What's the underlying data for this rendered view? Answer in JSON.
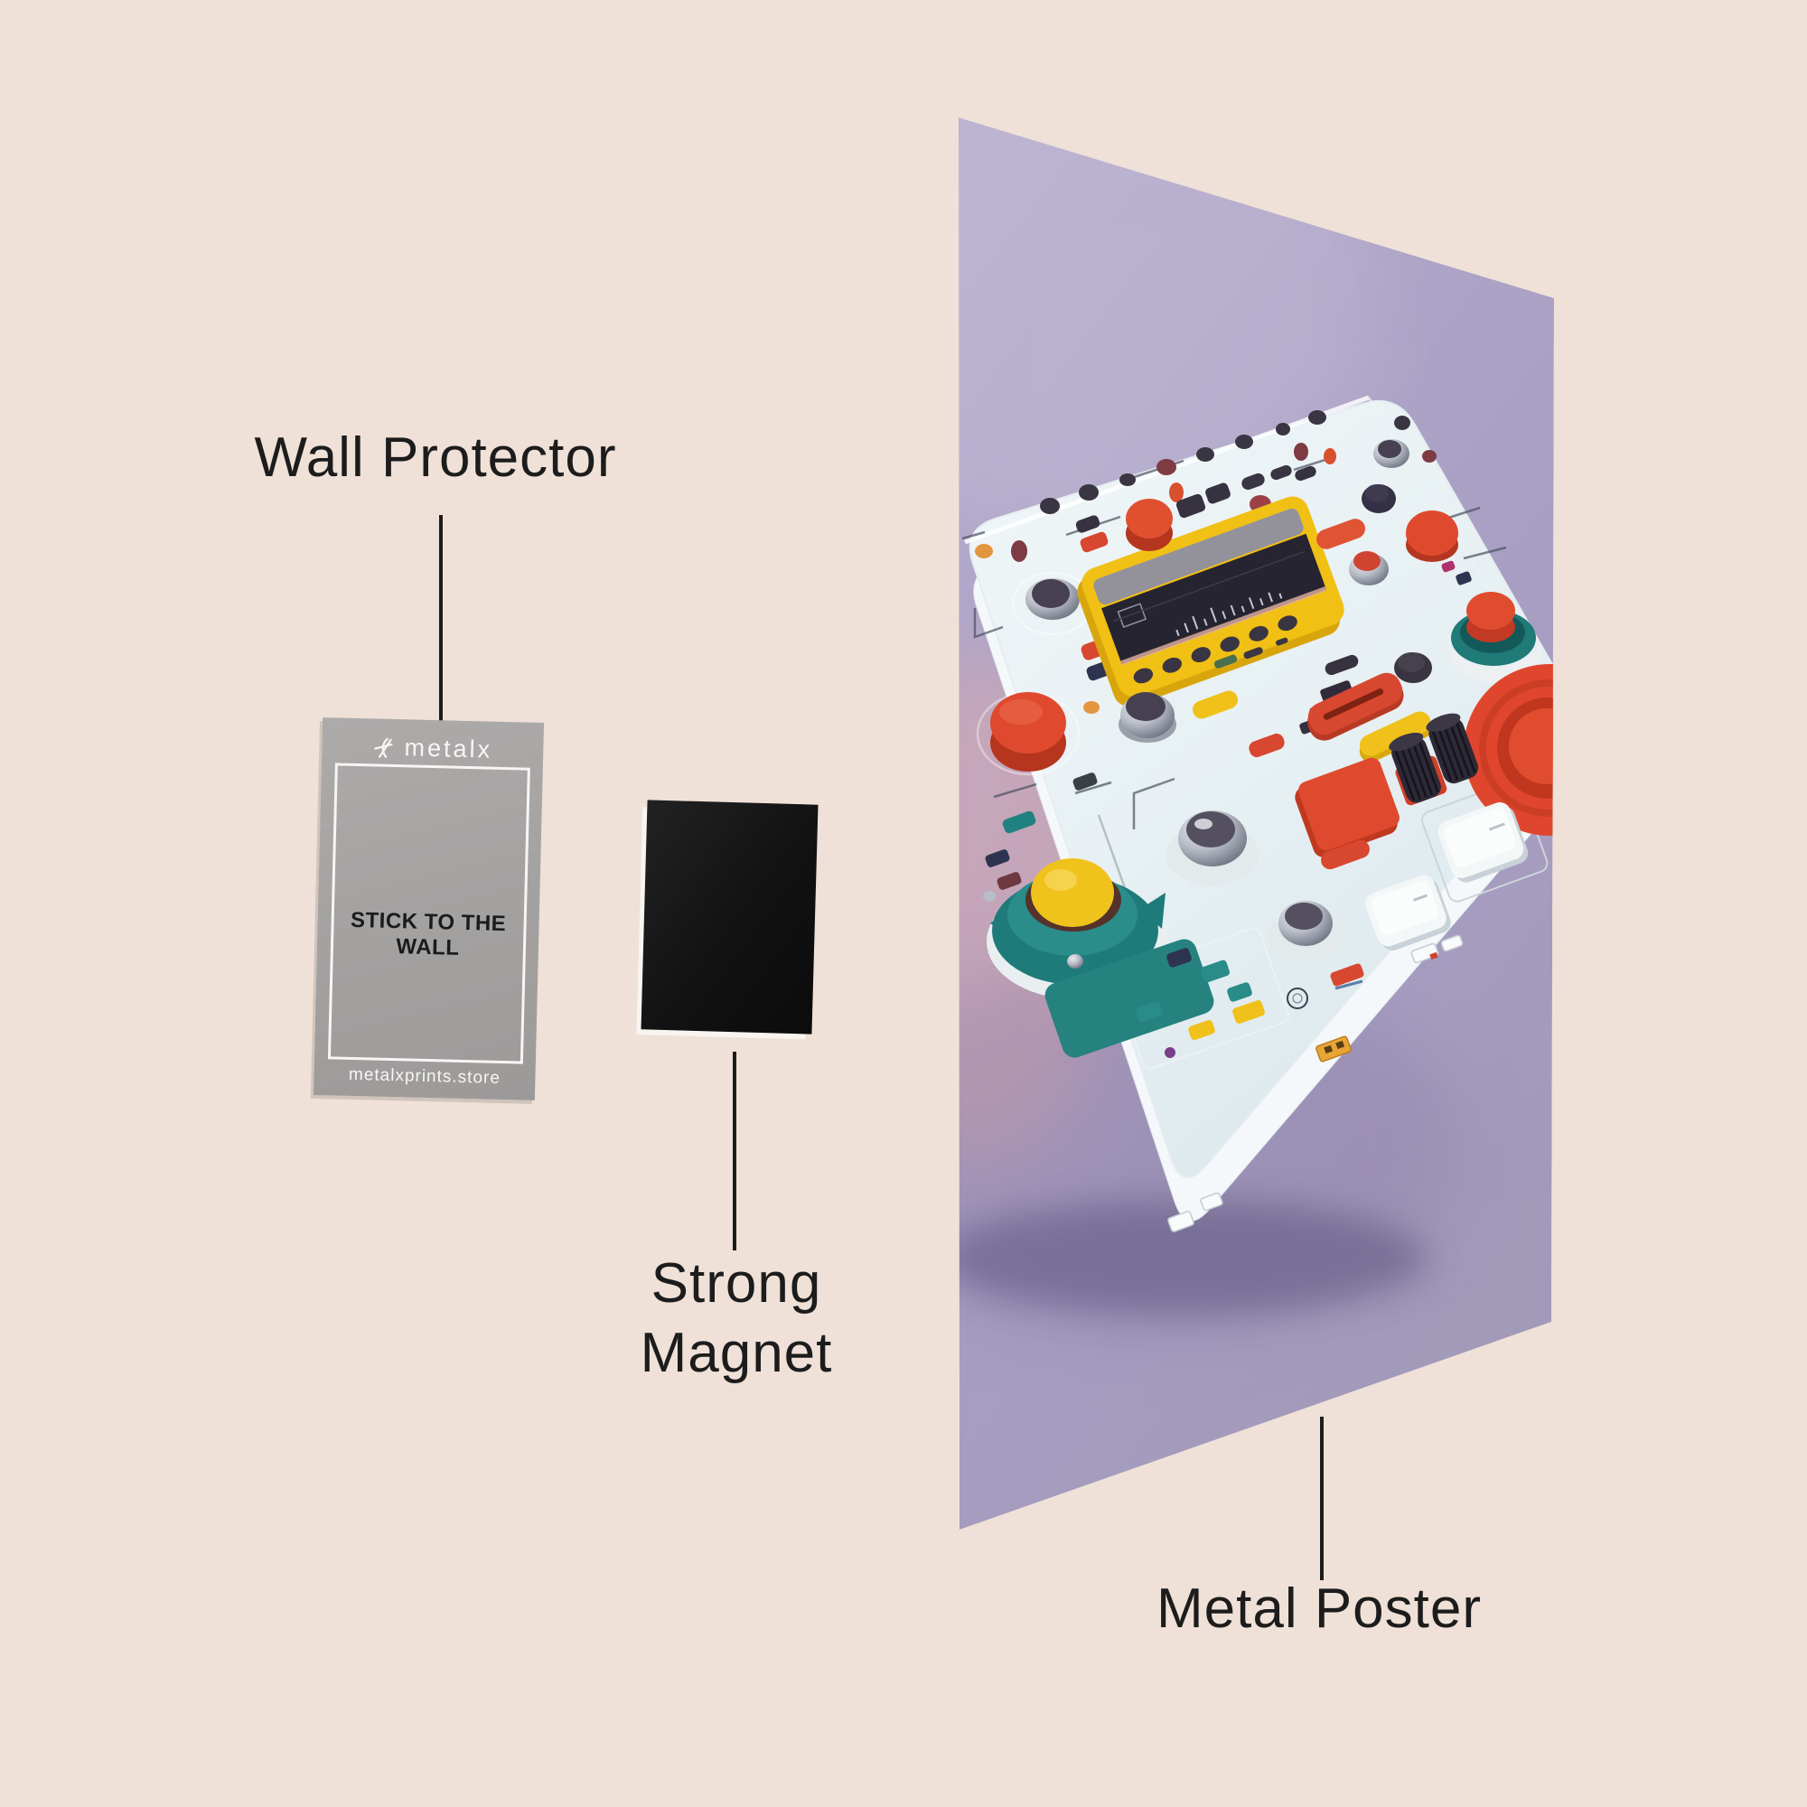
{
  "scene": {
    "background_color": "#EFE1D7",
    "text_color": "#1C1C1C"
  },
  "labels": {
    "wall_protector": "Wall Protector",
    "strong_magnet": "Strong\nMagnet",
    "metal_poster": "Metal Poster"
  },
  "card": {
    "brand": "metalx",
    "message": "STICK TO THE WALL",
    "website": "metalxprints.store",
    "color": "#A7A5A4"
  },
  "magnet": {
    "color": "#141414"
  },
  "poster": {
    "wall_color": "#ADA4C6",
    "device_color": "#E9F1F4",
    "accent_red": "#DF4A2E",
    "accent_yellow": "#F0C11A",
    "accent_teal": "#217E7C"
  }
}
